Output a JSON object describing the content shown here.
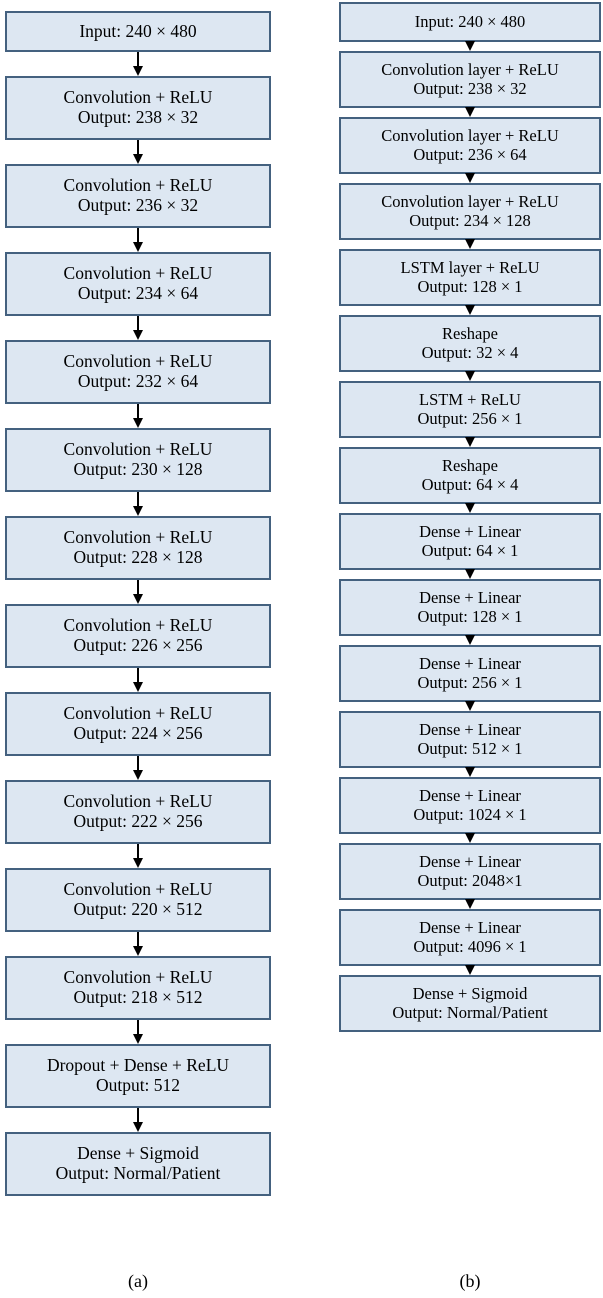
{
  "figure": {
    "colors": {
      "node_fill": "#dde7f2",
      "node_border": "#44617f",
      "arrow": "#000000",
      "background": "#ffffff"
    },
    "panels": [
      {
        "id": "a",
        "caption": "(a)",
        "nodes": [
          {
            "line1": "Input: 240 × 480",
            "line2": ""
          },
          {
            "line1": "Convolution + ReLU",
            "line2": "Output: 238 × 32"
          },
          {
            "line1": "Convolution + ReLU",
            "line2": "Output: 236 × 32"
          },
          {
            "line1": "Convolution + ReLU",
            "line2": "Output: 234 × 64"
          },
          {
            "line1": "Convolution + ReLU",
            "line2": "Output: 232 × 64"
          },
          {
            "line1": "Convolution + ReLU",
            "line2": "Output: 230 × 128"
          },
          {
            "line1": "Convolution + ReLU",
            "line2": "Output: 228 × 128"
          },
          {
            "line1": "Convolution + ReLU",
            "line2": "Output: 226 × 256"
          },
          {
            "line1": "Convolution + ReLU",
            "line2": "Output: 224 × 256"
          },
          {
            "line1": "Convolution + ReLU",
            "line2": "Output: 222 × 256"
          },
          {
            "line1": "Convolution + ReLU",
            "line2": "Output: 220 × 512"
          },
          {
            "line1": "Convolution + ReLU",
            "line2": "Output: 218 × 512"
          },
          {
            "line1": "Dropout + Dense + ReLU",
            "line2": "Output: 512"
          },
          {
            "line1": "Dense + Sigmoid",
            "line2": "Output: Normal/Patient"
          }
        ]
      },
      {
        "id": "b",
        "caption": "(b)",
        "nodes": [
          {
            "line1": "Input: 240 × 480",
            "line2": ""
          },
          {
            "line1": "Convolution layer + ReLU",
            "line2": "Output: 238 × 32"
          },
          {
            "line1": "Convolution layer + ReLU",
            "line2": "Output: 236 × 64"
          },
          {
            "line1": "Convolution layer + ReLU",
            "line2": "Output: 234 × 128"
          },
          {
            "line1": "LSTM layer + ReLU",
            "line2": "Output: 128 × 1"
          },
          {
            "line1": "Reshape",
            "line2": "Output: 32 × 4"
          },
          {
            "line1": "LSTM + ReLU",
            "line2": "Output: 256 × 1"
          },
          {
            "line1": "Reshape",
            "line2": "Output: 64 × 4"
          },
          {
            "line1": "Dense + Linear",
            "line2": "Output: 64 × 1"
          },
          {
            "line1": "Dense + Linear",
            "line2": "Output: 128 × 1"
          },
          {
            "line1": "Dense + Linear",
            "line2": "Output: 256 × 1"
          },
          {
            "line1": "Dense + Linear",
            "line2": "Output: 512 × 1"
          },
          {
            "line1": "Dense + Linear",
            "line2": "Output: 1024 × 1"
          },
          {
            "line1": "Dense + Linear",
            "line2": "Output: 2048×1"
          },
          {
            "line1": "Dense + Linear",
            "line2": "Output: 4096 × 1"
          },
          {
            "line1": "Dense + Sigmoid",
            "line2": "Output: Normal/Patient"
          }
        ]
      }
    ]
  }
}
